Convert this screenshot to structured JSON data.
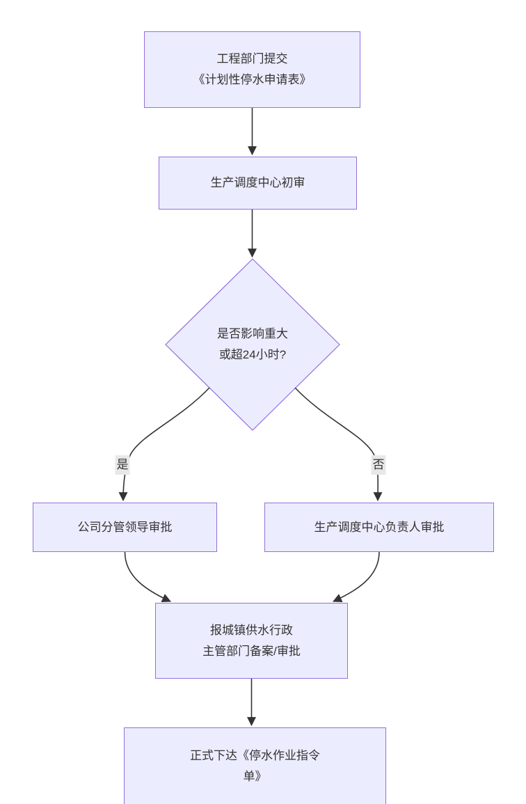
{
  "diagram": {
    "type": "flowchart",
    "direction": "top-down",
    "colors": {
      "node_fill": "#ECECFF",
      "node_border": "#9370DB",
      "edge_stroke": "#333333",
      "text": "#333333",
      "edge_label_bg": "#e8e8e8",
      "background": "#ffffff"
    },
    "nodes": {
      "submit": {
        "shape": "rect",
        "line1": "工程部门提交",
        "line2": "《计划性停水申请表》"
      },
      "review": {
        "shape": "rect",
        "line1": "生产调度中心初审"
      },
      "decision": {
        "shape": "diamond",
        "line1": "是否影响重大",
        "line2": "或超24小时?"
      },
      "leader": {
        "shape": "rect",
        "line1": "公司分管领导审批"
      },
      "manager": {
        "shape": "rect",
        "line1": "生产调度中心负责人审批"
      },
      "report": {
        "shape": "rect",
        "line1": "报城镇供水行政",
        "line2": "主管部门备案/审批"
      },
      "order": {
        "shape": "rect",
        "line1": "正式下达《停水作业指令",
        "line2": "单》"
      }
    },
    "edge_labels": {
      "yes": "是",
      "no": "否"
    },
    "edges": [
      {
        "from": "submit",
        "to": "review",
        "label": ""
      },
      {
        "from": "review",
        "to": "decision",
        "label": ""
      },
      {
        "from": "decision",
        "to": "leader",
        "label": "是"
      },
      {
        "from": "decision",
        "to": "manager",
        "label": "否"
      },
      {
        "from": "leader",
        "to": "report",
        "label": ""
      },
      {
        "from": "manager",
        "to": "report",
        "label": ""
      },
      {
        "from": "report",
        "to": "order",
        "label": ""
      }
    ]
  }
}
